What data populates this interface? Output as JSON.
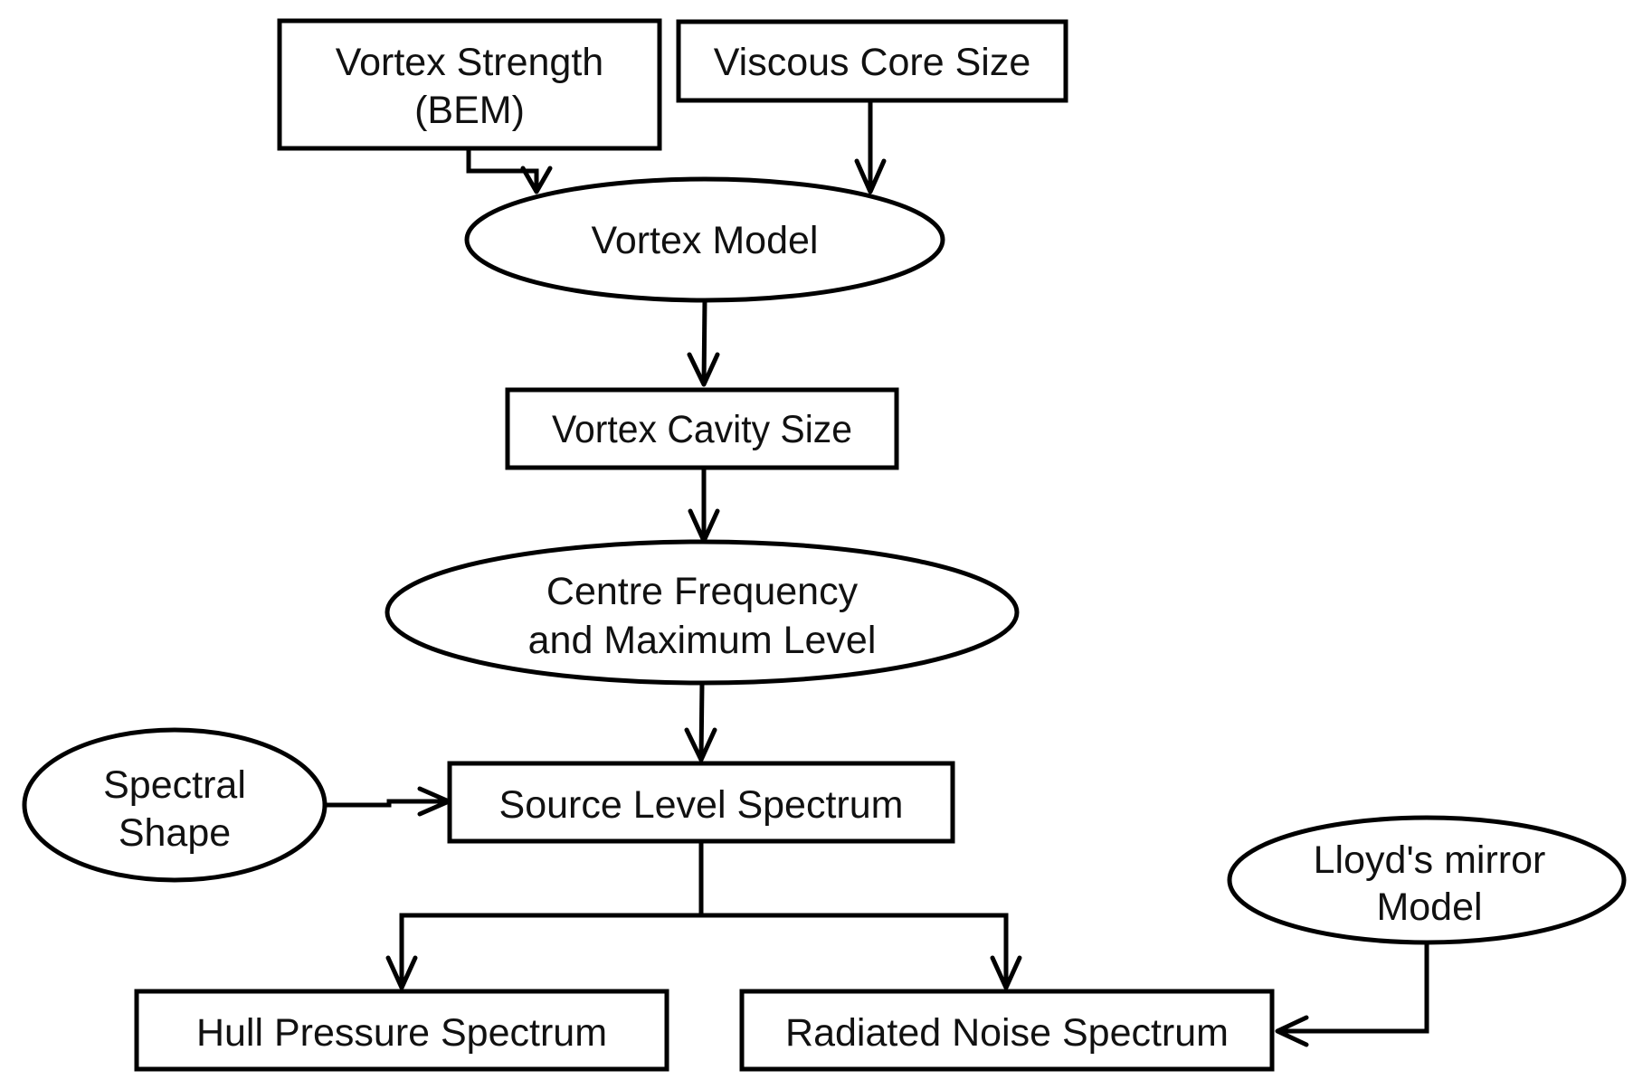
{
  "diagram": {
    "nodes": {
      "vortex_strength": {
        "line1": "Vortex Strength",
        "line2": "(BEM)"
      },
      "viscous_core_size": {
        "label": "Viscous Core Size"
      },
      "vortex_model": {
        "label": "Vortex Model"
      },
      "vortex_cavity_size": {
        "label": "Vortex Cavity Size"
      },
      "centre_frequency": {
        "line1": "Centre Frequency",
        "line2": "and Maximum Level"
      },
      "spectral_shape": {
        "line1": "Spectral",
        "line2": "Shape"
      },
      "source_level_spectrum": {
        "label": "Source Level Spectrum"
      },
      "lloyds_mirror": {
        "line1": "Lloyd's mirror",
        "line2": "Model"
      },
      "hull_pressure_spectrum": {
        "label": "Hull Pressure Spectrum"
      },
      "radiated_noise_spectrum": {
        "label": "Radiated Noise Spectrum"
      }
    },
    "edges": [
      {
        "from": "vortex_strength",
        "to": "vortex_model"
      },
      {
        "from": "viscous_core_size",
        "to": "vortex_model"
      },
      {
        "from": "vortex_model",
        "to": "vortex_cavity_size"
      },
      {
        "from": "vortex_cavity_size",
        "to": "centre_frequency"
      },
      {
        "from": "centre_frequency",
        "to": "source_level_spectrum"
      },
      {
        "from": "spectral_shape",
        "to": "source_level_spectrum"
      },
      {
        "from": "source_level_spectrum",
        "to": "hull_pressure_spectrum"
      },
      {
        "from": "source_level_spectrum",
        "to": "radiated_noise_spectrum"
      },
      {
        "from": "lloyds_mirror",
        "to": "radiated_noise_spectrum"
      }
    ]
  }
}
